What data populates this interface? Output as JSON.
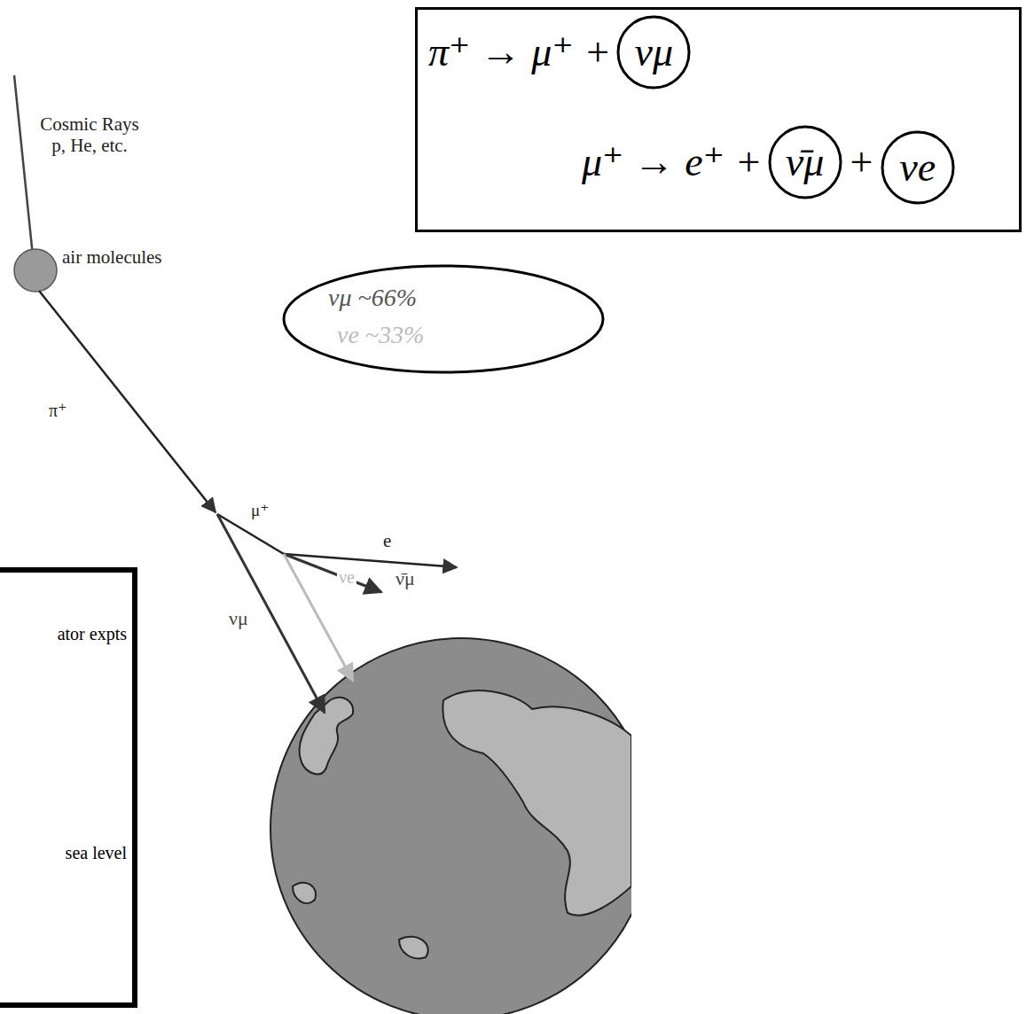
{
  "diagram": {
    "nodes": [
      {
        "text": [
          "π⁺ → μ⁺ +",
          "μ⁺ → e⁺ +",
          "+"
        ]
      },
      {
        "text": [
          "νμ"
        ],
        "in": 0
      },
      {
        "text": [
          "ν̄μ"
        ],
        "in": 0
      },
      {
        "text": [
          "νe"
        ],
        "in": 0
      },
      {
        "text": [
          "νμ ~66%",
          "νe ~33%"
        ]
      },
      {
        "text": [
          "ator expts",
          "sea level"
        ]
      }
    ],
    "labels": [
      "Cosmic Rays p, He, etc.",
      "air molecules",
      "π⁺",
      "μ⁺",
      "e",
      "ν̄μ",
      "νe",
      "νμ"
    ]
  }
}
